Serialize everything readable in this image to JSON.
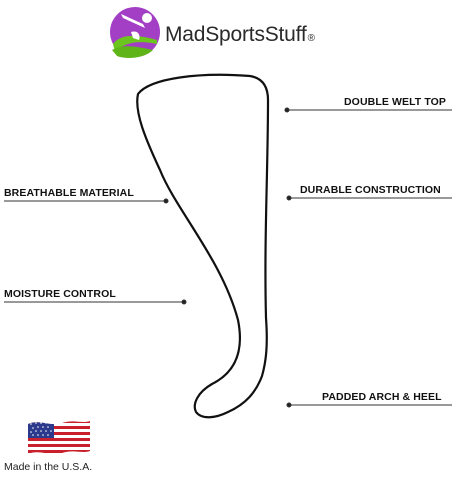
{
  "brand": {
    "name": "MadSportsStuff",
    "registered": "®",
    "logo_icon": "baseball-player-swing-icon",
    "colors": {
      "purple": "#8e2fb3",
      "green": "#6cc51e",
      "magenta": "#c13bc9"
    }
  },
  "product": {
    "outline_icon": "tube-sock-outline-icon"
  },
  "callouts": {
    "double_welt_top": "DOUBLE WELT TOP",
    "breathable_material": "BREATHABLE MATERIAL",
    "durable_construction": "DURABLE CONSTRUCTION",
    "moisture_control": "MOISTURE CONTROL",
    "padded_arch_heel": "PADDED ARCH & HEEL"
  },
  "origin": {
    "flag_icon": "usa-flag-icon",
    "text": "Made in the U.S.A."
  }
}
